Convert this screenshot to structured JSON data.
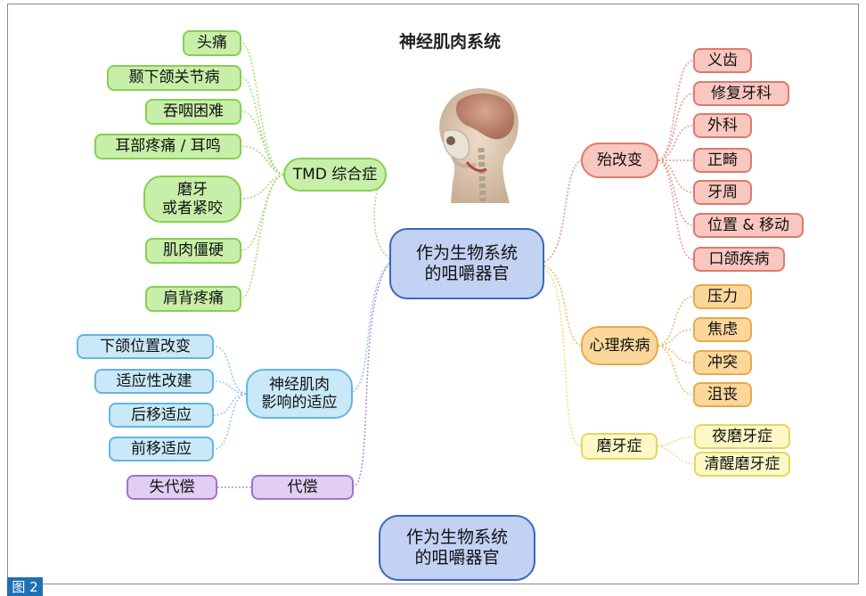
{
  "title": "神经肌肉系统",
  "figure_label": "图 2",
  "center_label": "作为生物系统\n的咀嚼器官",
  "bottom_center_label": "作为生物系统\n的咀嚼器官",
  "tmd": {
    "label": "TMD 综合症",
    "items": [
      "头痛",
      "颞下颌关节病",
      "吞咽困难",
      "耳部疼痛 / 耳鸣",
      "磨牙\n或者紧咬",
      "肌肉僵硬",
      "肩背疼痛"
    ]
  },
  "occlusal": {
    "label": "殆改变",
    "items": [
      "义齿",
      "修复牙科",
      "外科",
      "正畸",
      "牙周",
      "位置 & 移动",
      "口颌疾病"
    ]
  },
  "psych": {
    "label": "心理疾病",
    "items": [
      "压力",
      "焦虑",
      "冲突",
      "沮丧"
    ]
  },
  "bruxism": {
    "label": "磨牙症",
    "items": [
      "夜磨牙症",
      "清醒磨牙症"
    ]
  },
  "adapt": {
    "label": "神经肌肉\n影响的适应",
    "items": [
      "下颌位置改变",
      "适应性改建",
      "后移适应",
      "前移适应"
    ]
  },
  "compensation": {
    "label": "代偿",
    "items": [
      "失代偿"
    ]
  },
  "colors": {
    "green": "#86cf52",
    "red": "#e0796b",
    "orange": "#eca94a",
    "yellow": "#e6d75b",
    "blue": "#64b5e2",
    "purple": "#a072d0",
    "center": "#3b66bd"
  }
}
